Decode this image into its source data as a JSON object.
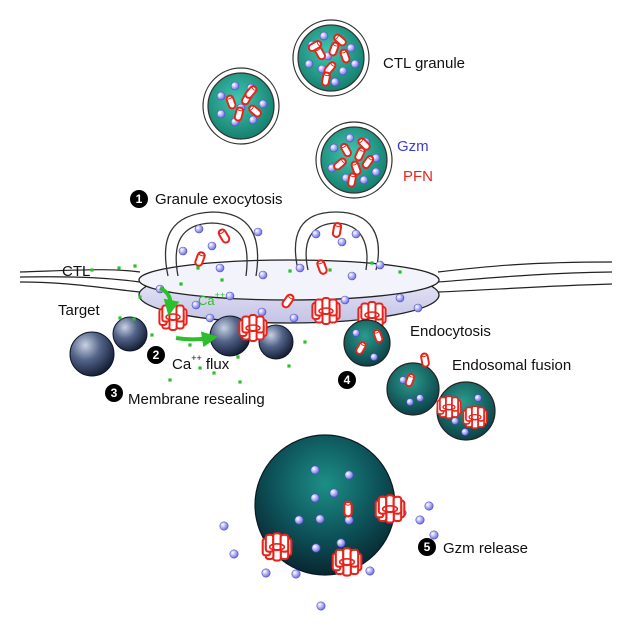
{
  "labels": {
    "ctl_granule": "CTL granule",
    "gzm": "Gzm",
    "pfn": "PFN",
    "ctl": "CTL",
    "target": "Target",
    "ca_ion": "Ca",
    "ca_ion_charge": "++",
    "ca_flux_prefix": "Ca",
    "ca_flux_charge": "++",
    "ca_flux_suffix": " flux",
    "endocytosis": "Endocytosis",
    "endosomal_fusion": "Endosomal fusion"
  },
  "steps": [
    {
      "number": "1",
      "text": "Granule exocytosis"
    },
    {
      "number": "2",
      "text": ""
    },
    {
      "number": "3",
      "text": "Membrane resealing"
    },
    {
      "number": "4",
      "text": ""
    },
    {
      "number": "5",
      "text": "Gzm release"
    }
  ],
  "colors": {
    "granule_fill": "#1f9e8a",
    "granzyme": "#8f8ff2",
    "perforin": "#e8231b",
    "calcium": "#2bbf2b",
    "membrane": "#d9d9f2"
  }
}
